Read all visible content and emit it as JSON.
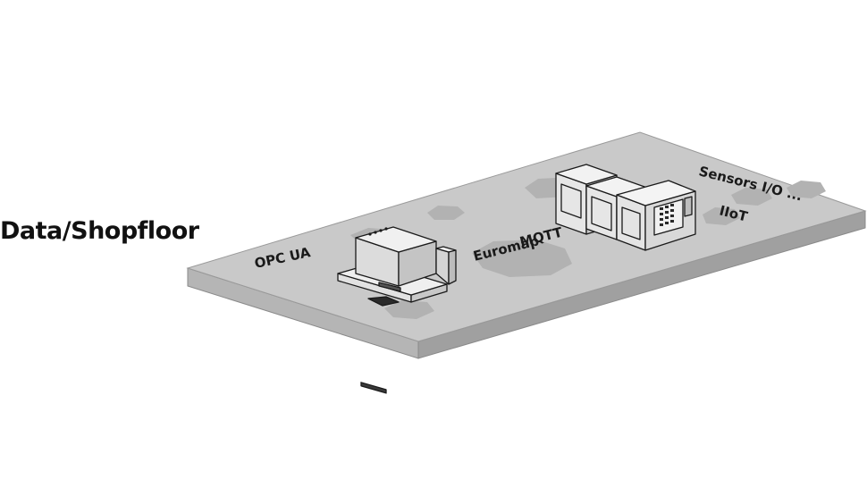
{
  "title": "Data/Shopfloor",
  "protocols": {
    "opc_ua": "OPC UA",
    "euromap": "Euromap",
    "mqtt": "MQTT",
    "sensors": "Sensors I/O ...",
    "iiot": "IIoT"
  },
  "colors": {
    "platform_top": "#c9c9c9",
    "platform_side": "#a9a9a9",
    "blob": "#b3b3b3",
    "machine_light": "#ececec",
    "machine_mid": "#cfcfcf",
    "outline": "#1a1a1a"
  }
}
